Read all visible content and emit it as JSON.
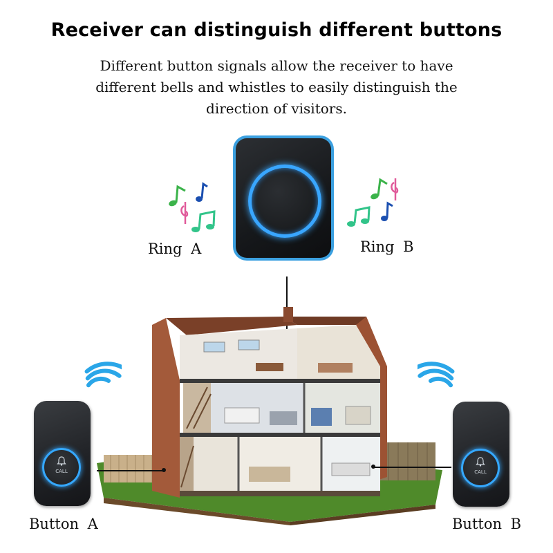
{
  "headline": "Receiver can distinguish different buttons",
  "subtitle": "Different button signals allow the receiver to have different bells and whistles to easily distinguish the direction of visitors.",
  "labels": {
    "ring_a": "Ring  A",
    "ring_b": "Ring  B",
    "button_a": "Button  A",
    "button_b": "Button  B"
  },
  "device": {
    "call_text": "CALL"
  },
  "colors": {
    "glow_blue": "#39a6ff",
    "note_green": "#2fb24a",
    "note_blue": "#1b4fb0",
    "note_pink": "#e05a9a"
  },
  "icons": [
    "music-note-icon",
    "wifi-signal-icon",
    "bell-icon"
  ]
}
